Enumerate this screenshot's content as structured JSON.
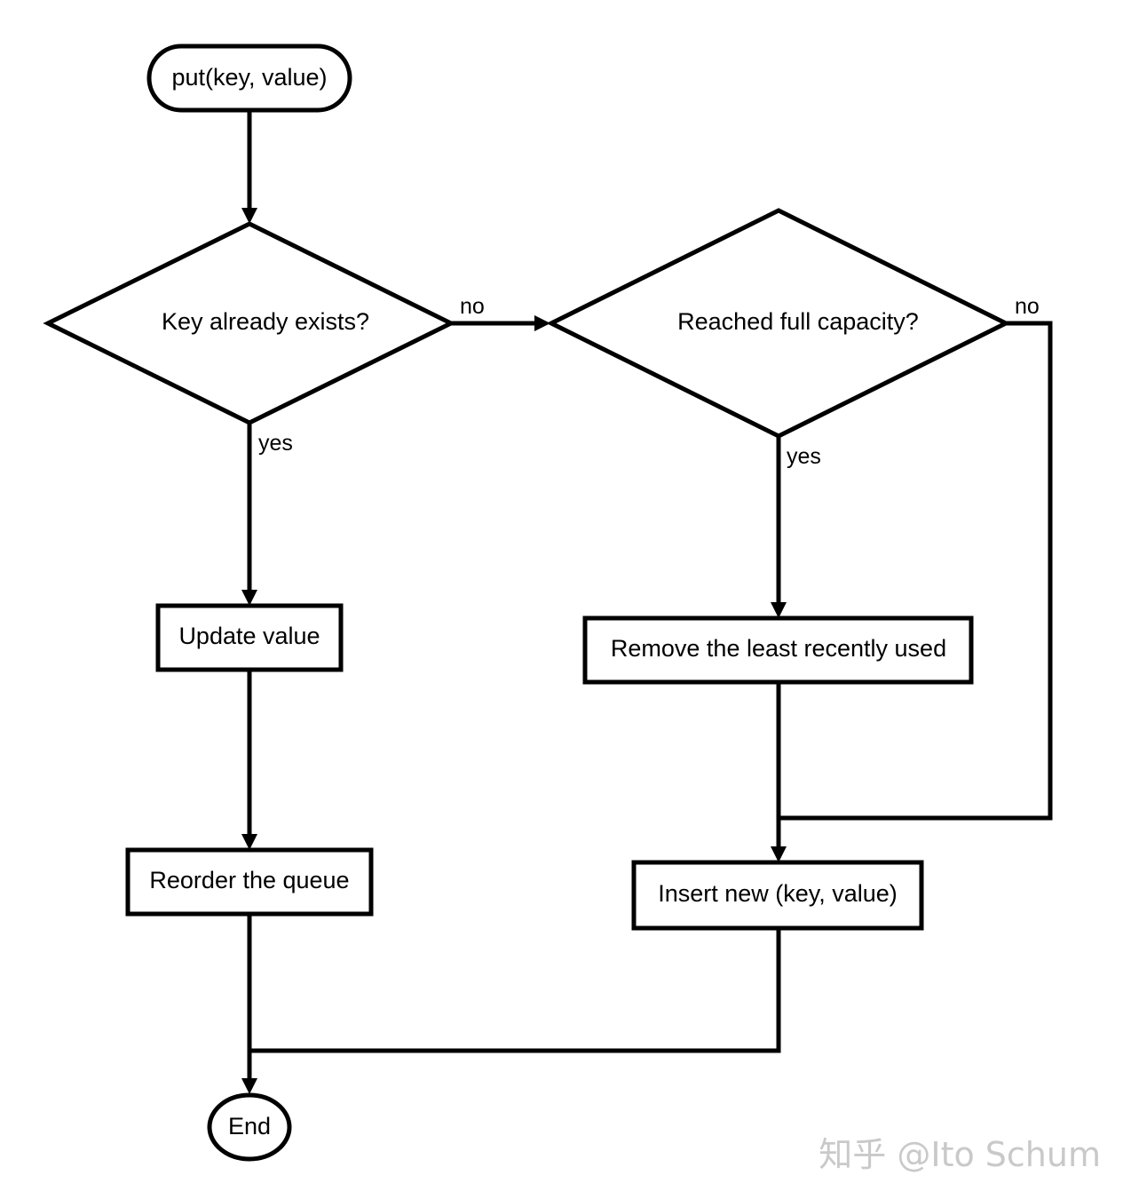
{
  "nodes": {
    "start": "put(key, value)",
    "key_exists": "Key already exists?",
    "full_capacity": "Reached full capacity?",
    "update_value": "Update value",
    "remove_lru": "Remove the least recently used",
    "reorder_queue": "Reorder the queue",
    "insert_new": "Insert new (key, value)",
    "end": "End"
  },
  "edge_labels": {
    "key_exists_no": "no",
    "key_exists_yes": "yes",
    "full_capacity_no": "no",
    "full_capacity_yes": "yes"
  },
  "watermark": "知乎 @Ito Schum"
}
